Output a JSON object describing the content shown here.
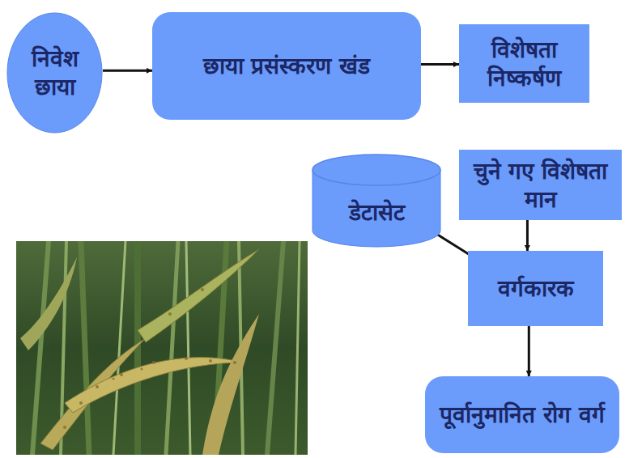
{
  "diagram": {
    "nodes": [
      {
        "text": [
          "निवेश छाया"
        ]
      },
      {
        "text": [
          "छाया प्रसंस्करण खंड"
        ]
      },
      {
        "text": [
          "विशेषता निष्कर्षण"
        ]
      },
      {
        "text": [
          "डेटासेट"
        ]
      },
      {
        "text": [
          "चुने गए विशेषता मान"
        ]
      },
      {
        "text": [
          "वर्गकारक"
        ]
      },
      {
        "text": [
          "पूर्वानुमानित रोग वर्ग"
        ]
      }
    ],
    "edges": [
      {
        "from": 0,
        "to": 1,
        "arrow": "to"
      },
      {
        "from": 1,
        "to": 2,
        "arrow": "to"
      },
      {
        "from": 3,
        "to": 5,
        "arrow": "to"
      },
      {
        "from": 4,
        "to": 5,
        "arrow": "to"
      },
      {
        "from": 5,
        "to": 6,
        "arrow": "to"
      }
    ]
  }
}
